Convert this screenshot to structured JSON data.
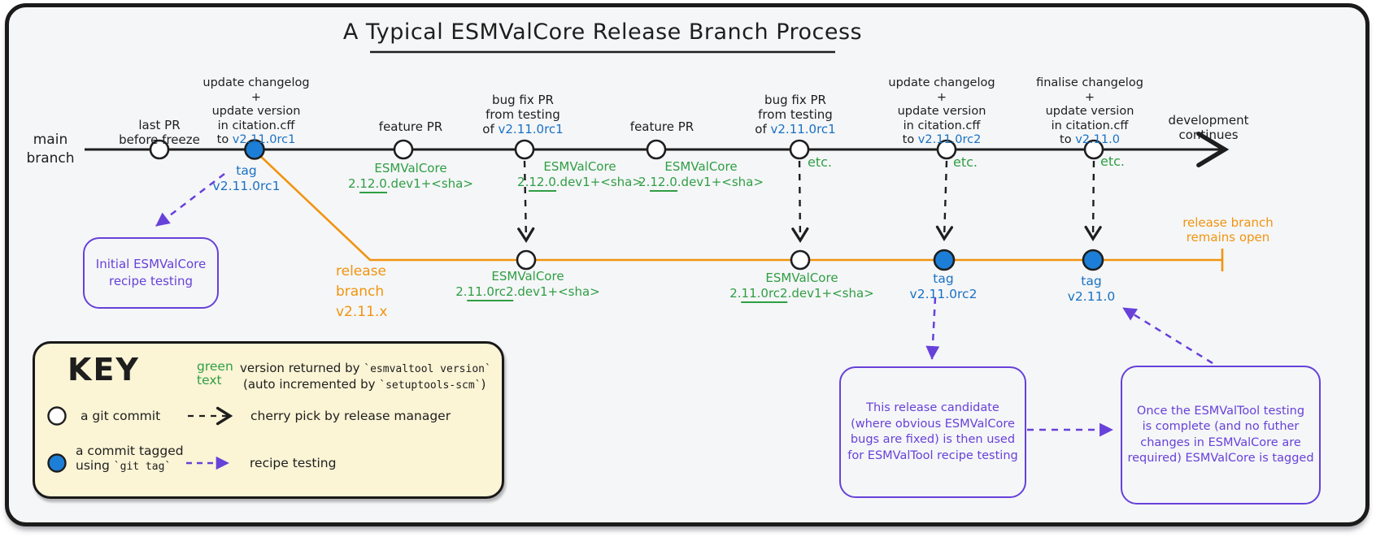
{
  "title": "A Typical ESMValCore Release Branch Process",
  "colors": {
    "ink": "#1e1e1e",
    "blue_text": "#1971c2",
    "blue_fill": "#1c7ed6",
    "green": "#2f9e44",
    "orange": "#f0940f",
    "purple": "#6741d9",
    "key_background": "#fbf4d5",
    "canvas_background": "#f5f6f8"
  },
  "main_branch": {
    "label": [
      "main",
      "branch"
    ],
    "development": [
      "development",
      "continues"
    ]
  },
  "main_commits": {
    "last_pr": [
      "last PR",
      "before freeze"
    ],
    "tag_rc1_above": [
      "update changelog",
      "+",
      "update version",
      "in citation.cff"
    ],
    "tag_rc1_to": "to ",
    "tag_rc1_version": "v2.11.0rc1",
    "tag_rc1_below": [
      "tag",
      "v2.11.0rc1"
    ],
    "feature_pr": "feature PR",
    "bugfix_above": [
      "bug fix PR",
      "from testing"
    ],
    "bugfix_of": "of ",
    "bugfix_version": "v2.11.0rc1",
    "rc2_above": [
      "update changelog",
      "+",
      "update version",
      "in citation.cff"
    ],
    "rc2_to": "to ",
    "rc2_version": "v2.11.0rc2",
    "final_above": [
      "finalise changelog",
      "+",
      "update version",
      "in citation.cff"
    ],
    "final_to": "to ",
    "final_version": "v2.11.0",
    "etc": "etc."
  },
  "versions": {
    "dev_next": {
      "name": "ESMValCore",
      "v_pre": "2.",
      "v_underlined": "12.0",
      "v_post": ".dev1+<sha>"
    },
    "dev_rc2": {
      "name": "ESMValCore",
      "v_pre": "2.",
      "v_underlined": "11.0rc2",
      "v_post": ".dev1+<sha>"
    }
  },
  "release_branch": {
    "label": [
      "release",
      "branch",
      "v2.11.x"
    ],
    "remains_open": [
      "release branch",
      "remains open"
    ],
    "tag_rc2": [
      "tag",
      "v2.11.0rc2"
    ],
    "tag_final": [
      "tag",
      "v2.11.0"
    ]
  },
  "boxes": {
    "initial": [
      "Initial ESMValCore",
      "recipe testing"
    ],
    "candidate": [
      "This release candidate",
      "(where obvious ESMValCore",
      "bugs are fixed) is then used",
      "for ESMValTool recipe testing"
    ],
    "once": [
      "Once the ESMValTool testing",
      "is complete (and no futher",
      "changes in ESMValCore are",
      "required) ESMValCore is tagged"
    ]
  },
  "key": {
    "heading": "KEY",
    "green_text": [
      "green",
      "text"
    ],
    "green_desc1_pre": "version returned by ",
    "green_desc1_code": "`esmvaltool version`",
    "green_desc2_pre": "(auto incremented by ",
    "green_desc2_code": "`setuptools-scm`",
    "green_desc2_post": ")",
    "git_commit": "a git commit",
    "cherry_pick": "cherry pick by release manager",
    "tagged_line1": "a commit tagged",
    "tagged_line2_pre": "using ",
    "tagged_line2_code": "`git tag`",
    "recipe_testing": "recipe testing"
  }
}
